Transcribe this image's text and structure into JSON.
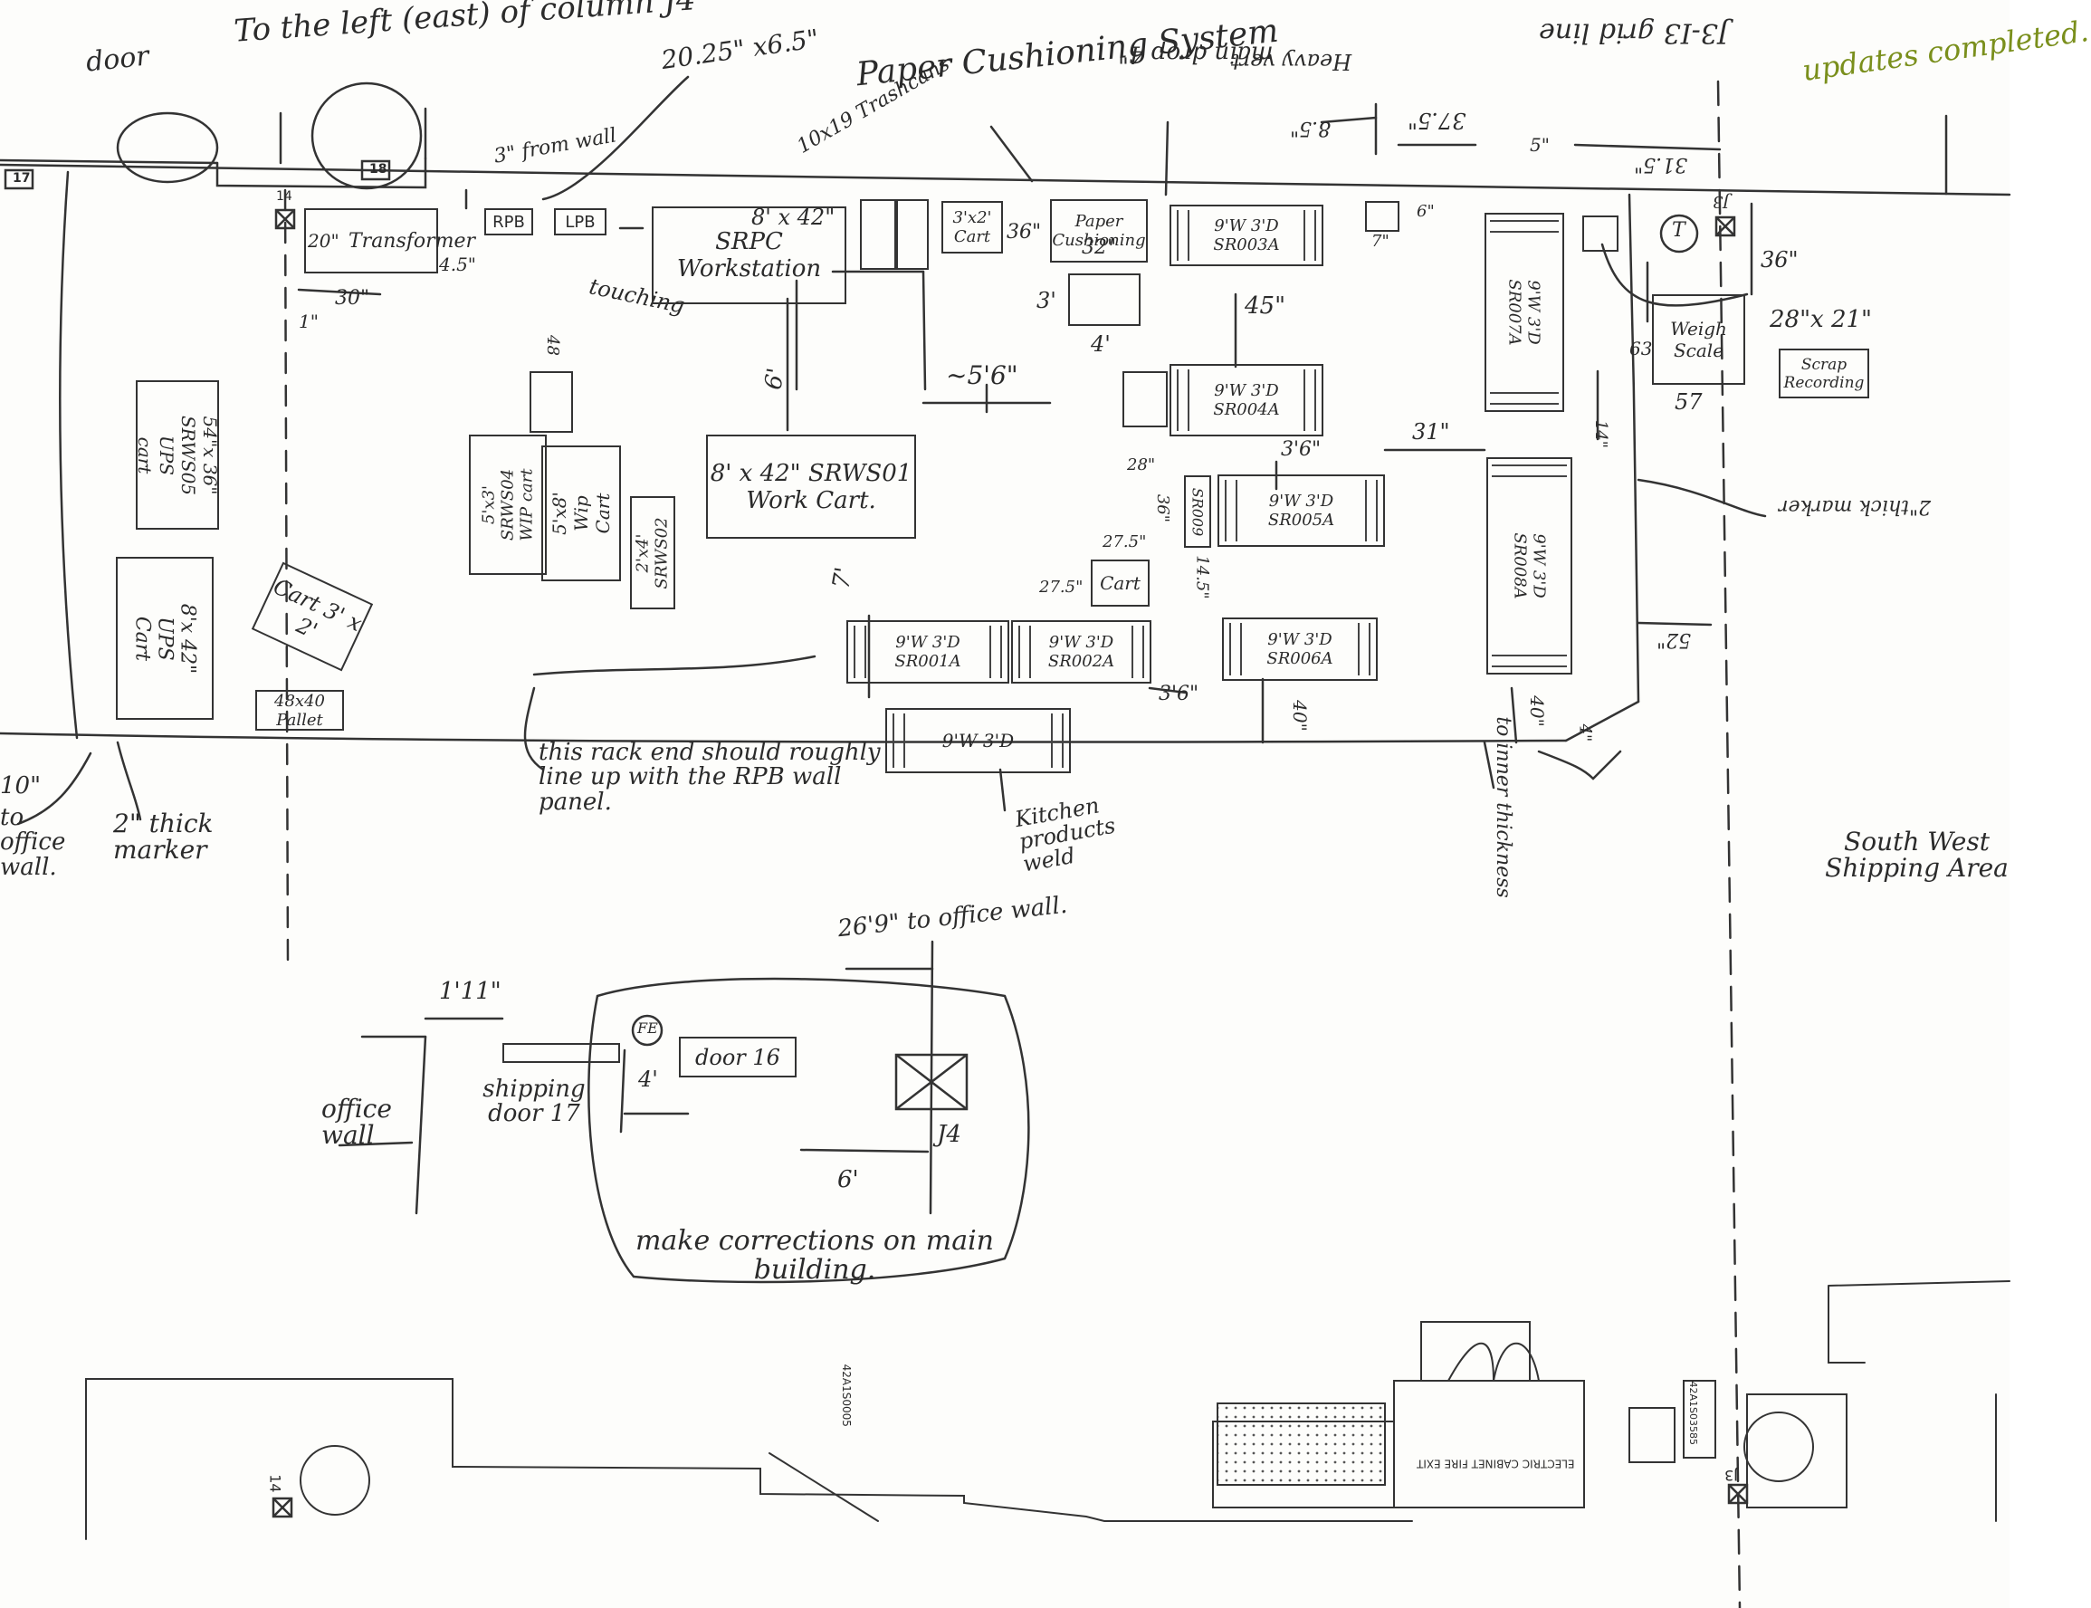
{
  "annotations": {
    "column_note": "To the left (east) of column J4",
    "door": "door",
    "dim_20": "20.25\" x6.5\"",
    "paper_system": "Paper Cushioning System",
    "trashcans": "10x19 Trashcans",
    "main_drop": "main drop 4\"",
    "heavy_vert": "Heavy vert",
    "grid_line": "J3-I3 grid line",
    "updates": "updates completed.",
    "from_wall": "3\" from wall",
    "touching": "touching",
    "transformer": "Transformer",
    "dim_20in": "20\"",
    "dim_4_5": "4.5\"",
    "dim_30": "30\"",
    "dim_1": "1\"",
    "rpb": "RPB",
    "lpb": "LPB",
    "srpc": "SRPC Workstation",
    "srpc_dim": "8' x 42\"",
    "cart_3x2": "3'x2' Cart",
    "dim_36a": "36\"",
    "paper_cushion_box": "Paper Cushioning",
    "dim_32": "32\"",
    "dim_3ft": "3'",
    "dim_4ft": "4'",
    "sr003": "SR003A",
    "rack_9w3d": "9'W 3'D",
    "dim_45": "45\"",
    "dim_8_5": "8.5\"",
    "dim_37_5": "37.5\"",
    "dim_5": "5\"",
    "dim_6": "6\"",
    "dim_7": "7\"",
    "dim_31_5": "31.5\"",
    "sr007": "SR007A",
    "t_mark": "T",
    "j3_label": "J3",
    "dim_36b": "36\"",
    "weigh_scale": "Weigh Scale",
    "dim_28x21": "28\"x 21\"",
    "dim_63": "63",
    "dim_57": "57",
    "scrap": "Scrap Recording",
    "ups_cart_left": "54\"x 36\" SRWS05 UPS cart",
    "ups_cart_8x42": "8'x 42\" UPS Cart",
    "cart_3x2_rot": "Cart 3' x 2'",
    "pallet": "48x40 Pallet",
    "srws04": "5'x3' SRWS04 WIP cart",
    "wip_cart": "5'x8' Wip Cart",
    "srws02": "2'x4' SRWS02",
    "dim_48": "48",
    "dim_5_6": "~5'6\"",
    "dim_6ft": "6'",
    "srws01": "8' x 42\" SRWS01 Work Cart.",
    "sr004": "SR004A",
    "dim_3_6": "3'6\"",
    "dim_28": "28\"",
    "dim_31": "31\"",
    "sr009": "SR009",
    "dim_36c": "36\"",
    "sr005": "SR005A",
    "dim_14_5": "14.5\"",
    "dim_27_5a": "27.5\"",
    "dim_27_5b": "27.5\"",
    "cart": "Cart",
    "dim_7ft": "7'",
    "sr001": "SR001A",
    "sr002": "SR002A",
    "sr006": "SR006A",
    "sr008": "SR008A",
    "dim_3_6b": "3'6\"",
    "dim_40a": "40\"",
    "dim_40b": "40\"",
    "dim_52": "52\"",
    "dim_4": "4\"",
    "dim_14": "14\"",
    "marker_right": "2\"thick marker",
    "kitchen_rack": "9'W 3'D",
    "kitchen": "Kitchen products weld",
    "rack_note": "this rack end should roughly line up with the RPB wall panel.",
    "inner_thick": "to inner thickness",
    "dim_10": "10\"",
    "office_left": "to office wall.",
    "marker_left": "2\" thick marker",
    "southwest": "South West Shipping Area",
    "dim_26_9": "26'9\" to office wall.",
    "dim_1_11": "1'11\"",
    "office_wall": "office wall",
    "shipping_door": "shipping door 17",
    "fe": "FE",
    "door16": "door 16",
    "dim_4ft_b": "4'",
    "dim_6ft_b": "6'",
    "j4": "J4",
    "corrections": "make corrections on main building.",
    "col_17": "17",
    "col_18": "18",
    "col_14": "14",
    "col_j4": "J4",
    "col_j3": "J3",
    "bottom_14": "14",
    "bottom_j3": "J3",
    "plan_text_1": "42A1S0005",
    "plan_text_2": "ELECTRIC CABINET FIRE EXIT",
    "plan_text_3": "42A1S03585"
  }
}
